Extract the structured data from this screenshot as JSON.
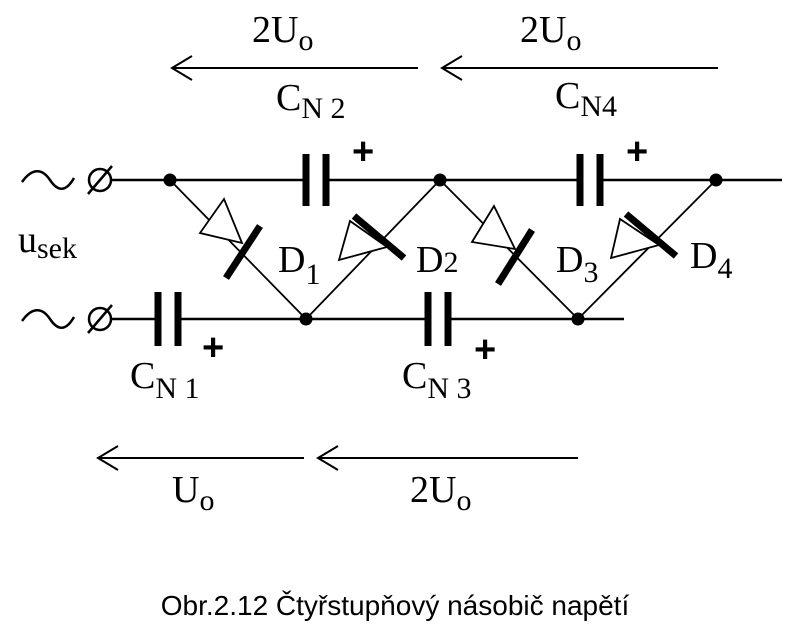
{
  "arrows": {
    "top_left": "2U",
    "top_left_sub": "o",
    "top_right": "2U",
    "top_right_sub": "o",
    "bottom_left": "U",
    "bottom_left_sub": "o",
    "bottom_right": "2U",
    "bottom_right_sub": "o"
  },
  "source": {
    "main": "u",
    "sub": "sek"
  },
  "capacitors": {
    "cn1": {
      "main": "C",
      "sub": "N 1",
      "polarity": "+"
    },
    "cn2": {
      "main": "C",
      "sub": "N 2",
      "polarity": "+"
    },
    "cn3": {
      "main": "C",
      "sub": "N 3",
      "polarity": "+"
    },
    "cn4": {
      "main": "C",
      "sub": "N4",
      "polarity": "+"
    }
  },
  "diodes": {
    "d1": {
      "main": "D",
      "sub": "1"
    },
    "d2": {
      "main": "D",
      "sub": "2"
    },
    "d3": {
      "main": "D",
      "sub": "3"
    },
    "d4": {
      "main": "D",
      "sub": "4"
    }
  },
  "caption": "Obr.2.12 Čtyřstupňový násobič napětí"
}
